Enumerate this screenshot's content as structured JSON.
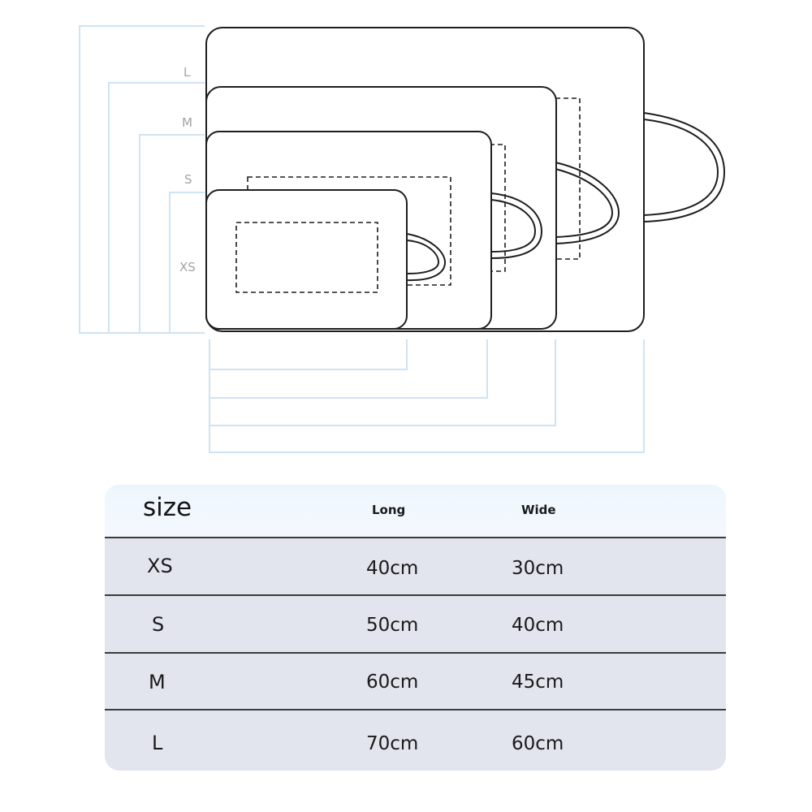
{
  "diagram": {
    "size_labels": [
      "L",
      "M",
      "S",
      "XS"
    ]
  },
  "table": {
    "headers": {
      "size": "size",
      "long": "Long",
      "wide": "Wide"
    },
    "rows": [
      {
        "size": "XS",
        "long": "40cm",
        "wide": "30cm"
      },
      {
        "size": "S",
        "long": "50cm",
        "wide": "40cm"
      },
      {
        "size": "M",
        "long": "60cm",
        "wide": "45cm"
      },
      {
        "size": "L",
        "long": "70cm",
        "wide": "60cm"
      }
    ]
  },
  "colors": {
    "outline": "#1e1e1e",
    "guide_lines": "#cfe3f3",
    "label_text": "#a3a3a3",
    "table_header_bg": "#eef6fd",
    "table_body_bg": "#e2e4ee",
    "table_divider": "#3c3c3c"
  }
}
